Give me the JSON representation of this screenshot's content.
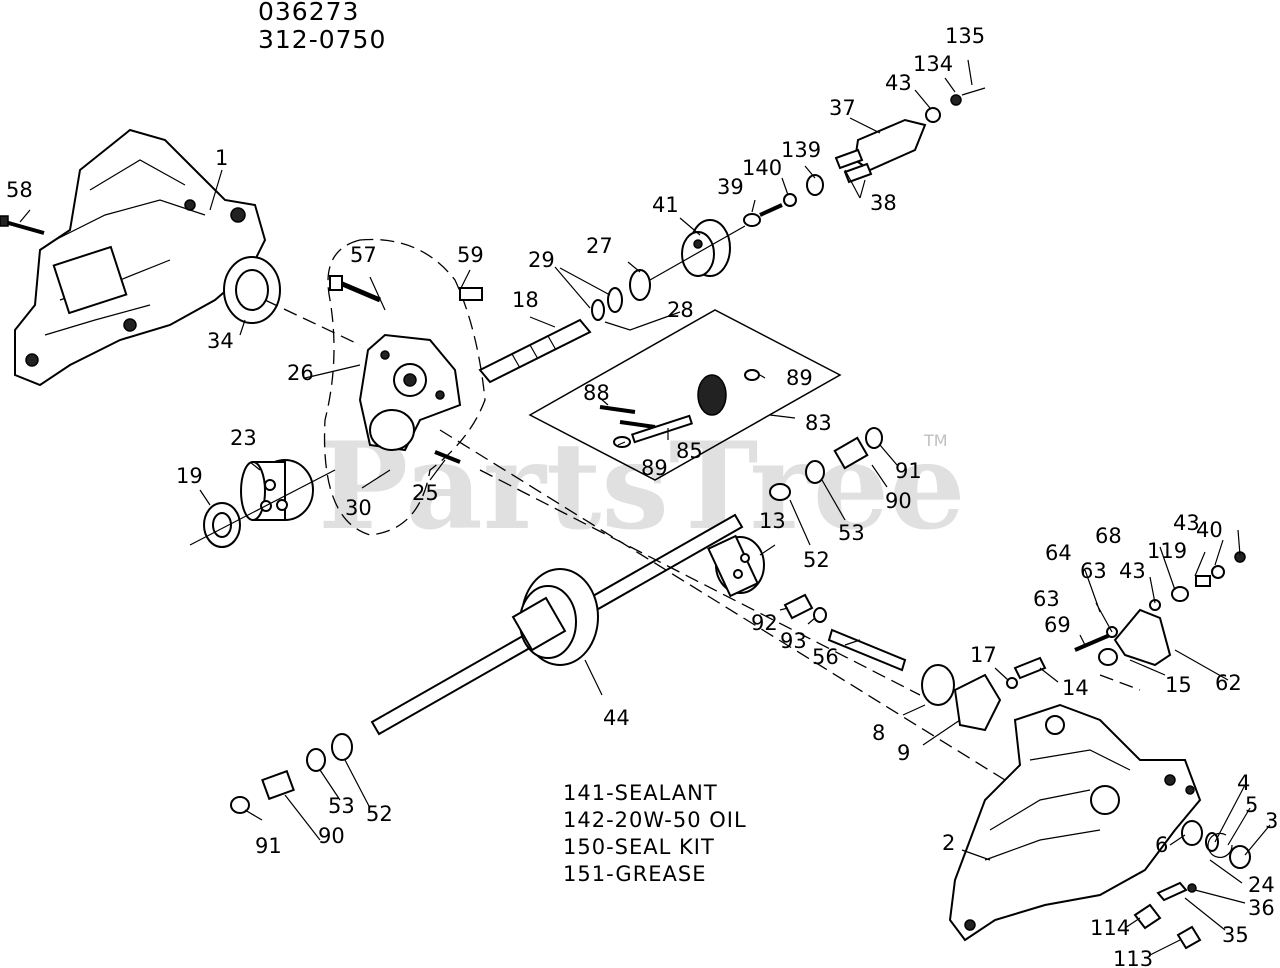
{
  "header": {
    "drawing_no": "036273",
    "part_no": "312-0750"
  },
  "watermark": {
    "text": "PartsTree",
    "tm": "TM"
  },
  "notes": [
    "141-SEALANT",
    "142-20W-50 OIL",
    "150-SEAL KIT",
    "151-GREASE"
  ],
  "callouts": {
    "c1": "1",
    "c58": "58",
    "c34": "34",
    "c57": "57",
    "c59": "59",
    "c26": "26",
    "c23": "23",
    "c19": "19",
    "c30": "30",
    "c25": "25",
    "c18": "18",
    "c29": "29",
    "c27": "27",
    "c28": "28",
    "c41": "41",
    "c39": "39",
    "c140": "140",
    "c139": "139",
    "c37": "37",
    "c38": "38",
    "c43a": "43",
    "c134": "134",
    "c135": "135",
    "c88": "88",
    "c89a": "89",
    "c89b": "89",
    "c85": "85",
    "c83": "83",
    "c91a": "91",
    "c90a": "90",
    "c53a": "53",
    "c52a": "52",
    "c13": "13",
    "c92": "92",
    "c93": "93",
    "c56": "56",
    "c44": "44",
    "c8": "8",
    "c9": "9",
    "c17": "17",
    "c14": "14",
    "c64": "64",
    "c63a": "63",
    "c63b": "63",
    "c69": "69",
    "c15": "15",
    "c62": "62",
    "c68": "68",
    "c43b": "43",
    "c43c": "43",
    "c119": "119",
    "c40": "40",
    "c2": "2",
    "c6": "6",
    "c4": "4",
    "c5": "5",
    "c3": "3",
    "c24": "24",
    "c36": "36",
    "c35": "35",
    "c114": "114",
    "c113": "113",
    "c91b": "91",
    "c90b": "90",
    "c53b": "53",
    "c52b": "52"
  }
}
